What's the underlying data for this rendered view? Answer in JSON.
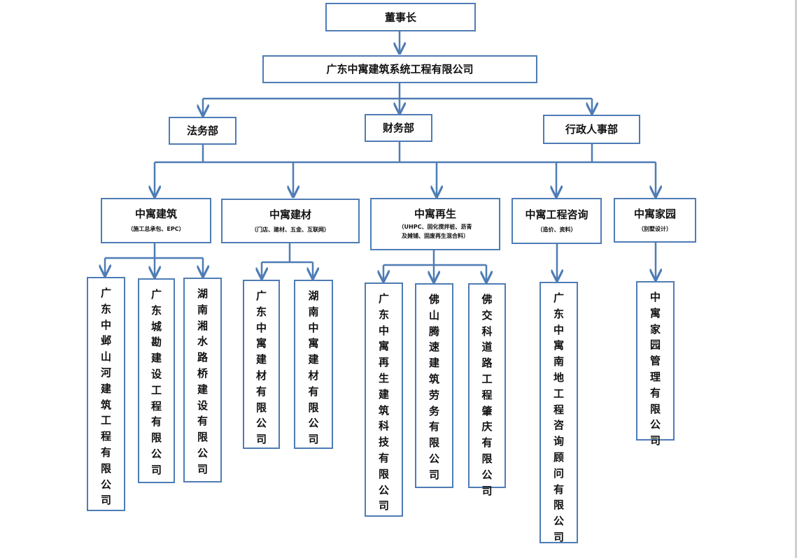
{
  "chairman": "董事长",
  "company": "广东中寓建筑系统工程有限公司",
  "departments": [
    "法务部",
    "财务部",
    "行政人事部"
  ],
  "divisions": [
    {
      "name": "中寓建筑",
      "note": "（施工总承包、EPC）"
    },
    {
      "name": "中寓建材",
      "note": "（门店、建材、五金、互联网）"
    },
    {
      "name": "中寓再生",
      "note_line1": "（UHPC、固化搅拌桩、沥青",
      "note_line2": "及摊铺、固废再生混合料）"
    },
    {
      "name": "中寓工程咨询",
      "note": "（造价、资料）"
    },
    {
      "name": "中寓家园",
      "note": "（别墅设计）"
    }
  ],
  "subsidiaries": [
    "广东中邺山河建筑工程有限公司",
    "广东城勘建设工程有限公司",
    "湖南湘水路桥建设有限公司",
    "广东中寓建材有限公司",
    "湖南中寓建材有限公司",
    "广东中寓再生建筑科技有限公司",
    "佛山腾速建筑劳务有限公司",
    "佛交科道路工程肇庆有限公司",
    "广东中寓南地工程咨询顾问有限公司",
    "中寓家园管理有限公司"
  ],
  "colors": {
    "line": "#4e7cb5",
    "border": "#4e7cb5",
    "text": "#111111"
  }
}
